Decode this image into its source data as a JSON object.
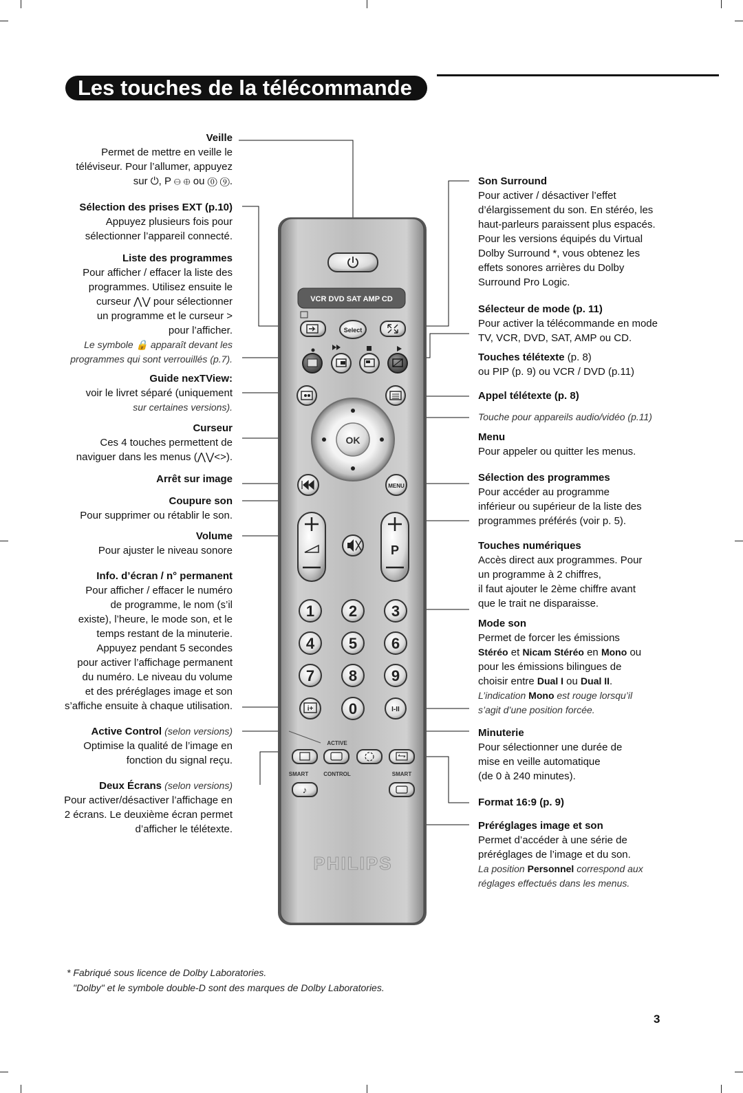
{
  "title": "Les touches de la télécommande",
  "left": {
    "veille_h": "Veille",
    "veille_1": "Permet de mettre en veille le",
    "veille_2": "téléviseur. Pour l’allumer, appuyez",
    "veille_3": "sur ⏻, P ⊖ ⊕ ou ⓪ ⑨.",
    "ext_h": "Sélection des prises EXT (p.10)",
    "ext_1": "Appuyez plusieurs fois pour",
    "ext_2": "sélectionner l’appareil connecté.",
    "liste_h": "Liste des programmes",
    "liste_1": "Pour afficher / effacer la liste des",
    "liste_2": "programmes. Utilisez ensuite le",
    "liste_3": "curseur ⋀⋁ pour sélectionner",
    "liste_4": "un programme et le curseur >",
    "liste_5": "pour l’afficher.",
    "liste_6": "Le symbole 🔒 apparaît devant les",
    "liste_7": "programmes qui sont verrouillés (p.7).",
    "guide_h": "Guide nexTView:",
    "guide_1": "voir le livret séparé (uniquement",
    "guide_2": "sur certaines versions).",
    "curseur_h": "Curseur",
    "curseur_1": "Ces 4 touches permettent de",
    "curseur_2": "naviguer dans les menus (⋀⋁<>).",
    "arret_h": "Arrêt sur image",
    "coupure_h": "Coupure son",
    "coupure_1": "Pour supprimer ou rétablir le son.",
    "volume_h": "Volume",
    "volume_1": "Pour ajuster le niveau sonore",
    "info_h": "Info. d’écran / n° permanent",
    "info_1": "Pour afficher / effacer le numéro",
    "info_2": "de programme, le nom (s’il",
    "info_3": "existe), l’heure, le mode son, et le",
    "info_4": "temps restant de la minuterie.",
    "info_5": "Appuyez pendant 5 secondes",
    "info_6": "pour activer l’affichage permanent",
    "info_7": "du numéro. Le niveau du volume",
    "info_8": "et des préréglages image et son",
    "info_9": "s’affiche ensuite à chaque utilisation.",
    "active_h": "Active Control",
    "active_sv": "(selon versions)",
    "active_1": "Optimise la qualité de l’image en",
    "active_2": "fonction du signal reçu.",
    "deux_h": "Deux Écrans",
    "deux_sv": "(selon versions)",
    "deux_1": "Pour activer/désactiver l’affichage en",
    "deux_2": "2 écrans. Le deuxième écran permet",
    "deux_3": "d’afficher le télétexte."
  },
  "right": {
    "surround_h": "Son Surround",
    "surround_1": "Pour activer / désactiver l’effet",
    "surround_2": "d’élargissement du son. En stéréo, les",
    "surround_3": "haut-parleurs paraissent plus espacés.",
    "surround_4": "Pour les versions équipés du Virtual",
    "surround_5": "Dolby Surround *, vous obtenez les",
    "surround_6": "effets sonores arrières du Dolby",
    "surround_7": "Surround Pro Logic.",
    "mode_h": "Sélecteur de mode (p. 11)",
    "mode_1": "Pour activer la télécommande en mode",
    "mode_2": "TV, VCR, DVD, SAT, AMP ou CD.",
    "teletexte_h": "Touches télétexte",
    "teletexte_p": "(p. 8)",
    "teletexte_1": "ou PIP (p. 9) ou VCR / DVD (p.11)",
    "appel_h": "Appel télétexte (p. 8)",
    "appareils": "Touche pour appareils audio/vidéo (p.11)",
    "menu_h": "Menu",
    "menu_1": "Pour appeler ou quitter les menus.",
    "selprog_h": "Sélection des programmes",
    "selprog_1": "Pour accéder au programme",
    "selprog_2": "inférieur ou supérieur de la liste des",
    "selprog_3": "programmes préférés (voir p. 5).",
    "num_h": "Touches numériques",
    "num_1": "Accès direct aux programmes. Pour",
    "num_2": "un programme à 2 chiffres,",
    "num_3": "il faut ajouter le 2ème chiffre avant",
    "num_4": "que le trait ne disparaisse.",
    "modeson_h": "Mode son",
    "modeson_1": "Permet de forcer les émissions",
    "modeson_2a": "Stéréo",
    "modeson_2b": " et ",
    "modeson_2c": "Nicam Stéréo",
    "modeson_2d": " en ",
    "modeson_2e": "Mono",
    "modeson_2f": " ou",
    "modeson_3": "pour les émissions bilingues de",
    "modeson_4a": "choisir entre ",
    "modeson_4b": "Dual I",
    "modeson_4c": " ou ",
    "modeson_4d": "Dual II",
    "modeson_4e": ".",
    "modeson_5a": "L’indication ",
    "modeson_5b": "Mono",
    "modeson_5c": " est rouge lorsqu’il",
    "modeson_6": "s’agit d’une position forcée.",
    "minuterie_h": "Minuterie",
    "minuterie_1": "Pour sélectionner une durée de",
    "minuterie_2": "mise en veille automatique",
    "minuterie_3": "(de 0 à 240 minutes).",
    "format_h": "Format 16:9 (p. 9)",
    "prereg_h": "Préréglages image et son",
    "prereg_1": "Permet d’accéder à une série de",
    "prereg_2": "préréglages de l’image et du son.",
    "prereg_3a": "La position ",
    "prereg_3b": "Personnel",
    "prereg_3c": " correspond aux",
    "prereg_4": "réglages effectués dans les menus."
  },
  "remote": {
    "mode_band": "VCR DVD SAT AMP CD",
    "select": "Select",
    "ok": "OK",
    "menu": "MENU",
    "p": "P",
    "digits": [
      "1",
      "2",
      "3",
      "4",
      "5",
      "6",
      "7",
      "8",
      "9",
      "0"
    ],
    "active": "ACTIVE",
    "smart_left": "SMART",
    "control": "CONTROL",
    "smart_right": "SMART",
    "brand": "PHILIPS",
    "i_plus": "i+",
    "dual": "I-II"
  },
  "footnote_1": "* Fabriqué sous licence de Dolby Laboratories.",
  "footnote_2": "\"Dolby\" et le symbole double-D sont des marques de Dolby Laboratories.",
  "page_number": "3"
}
